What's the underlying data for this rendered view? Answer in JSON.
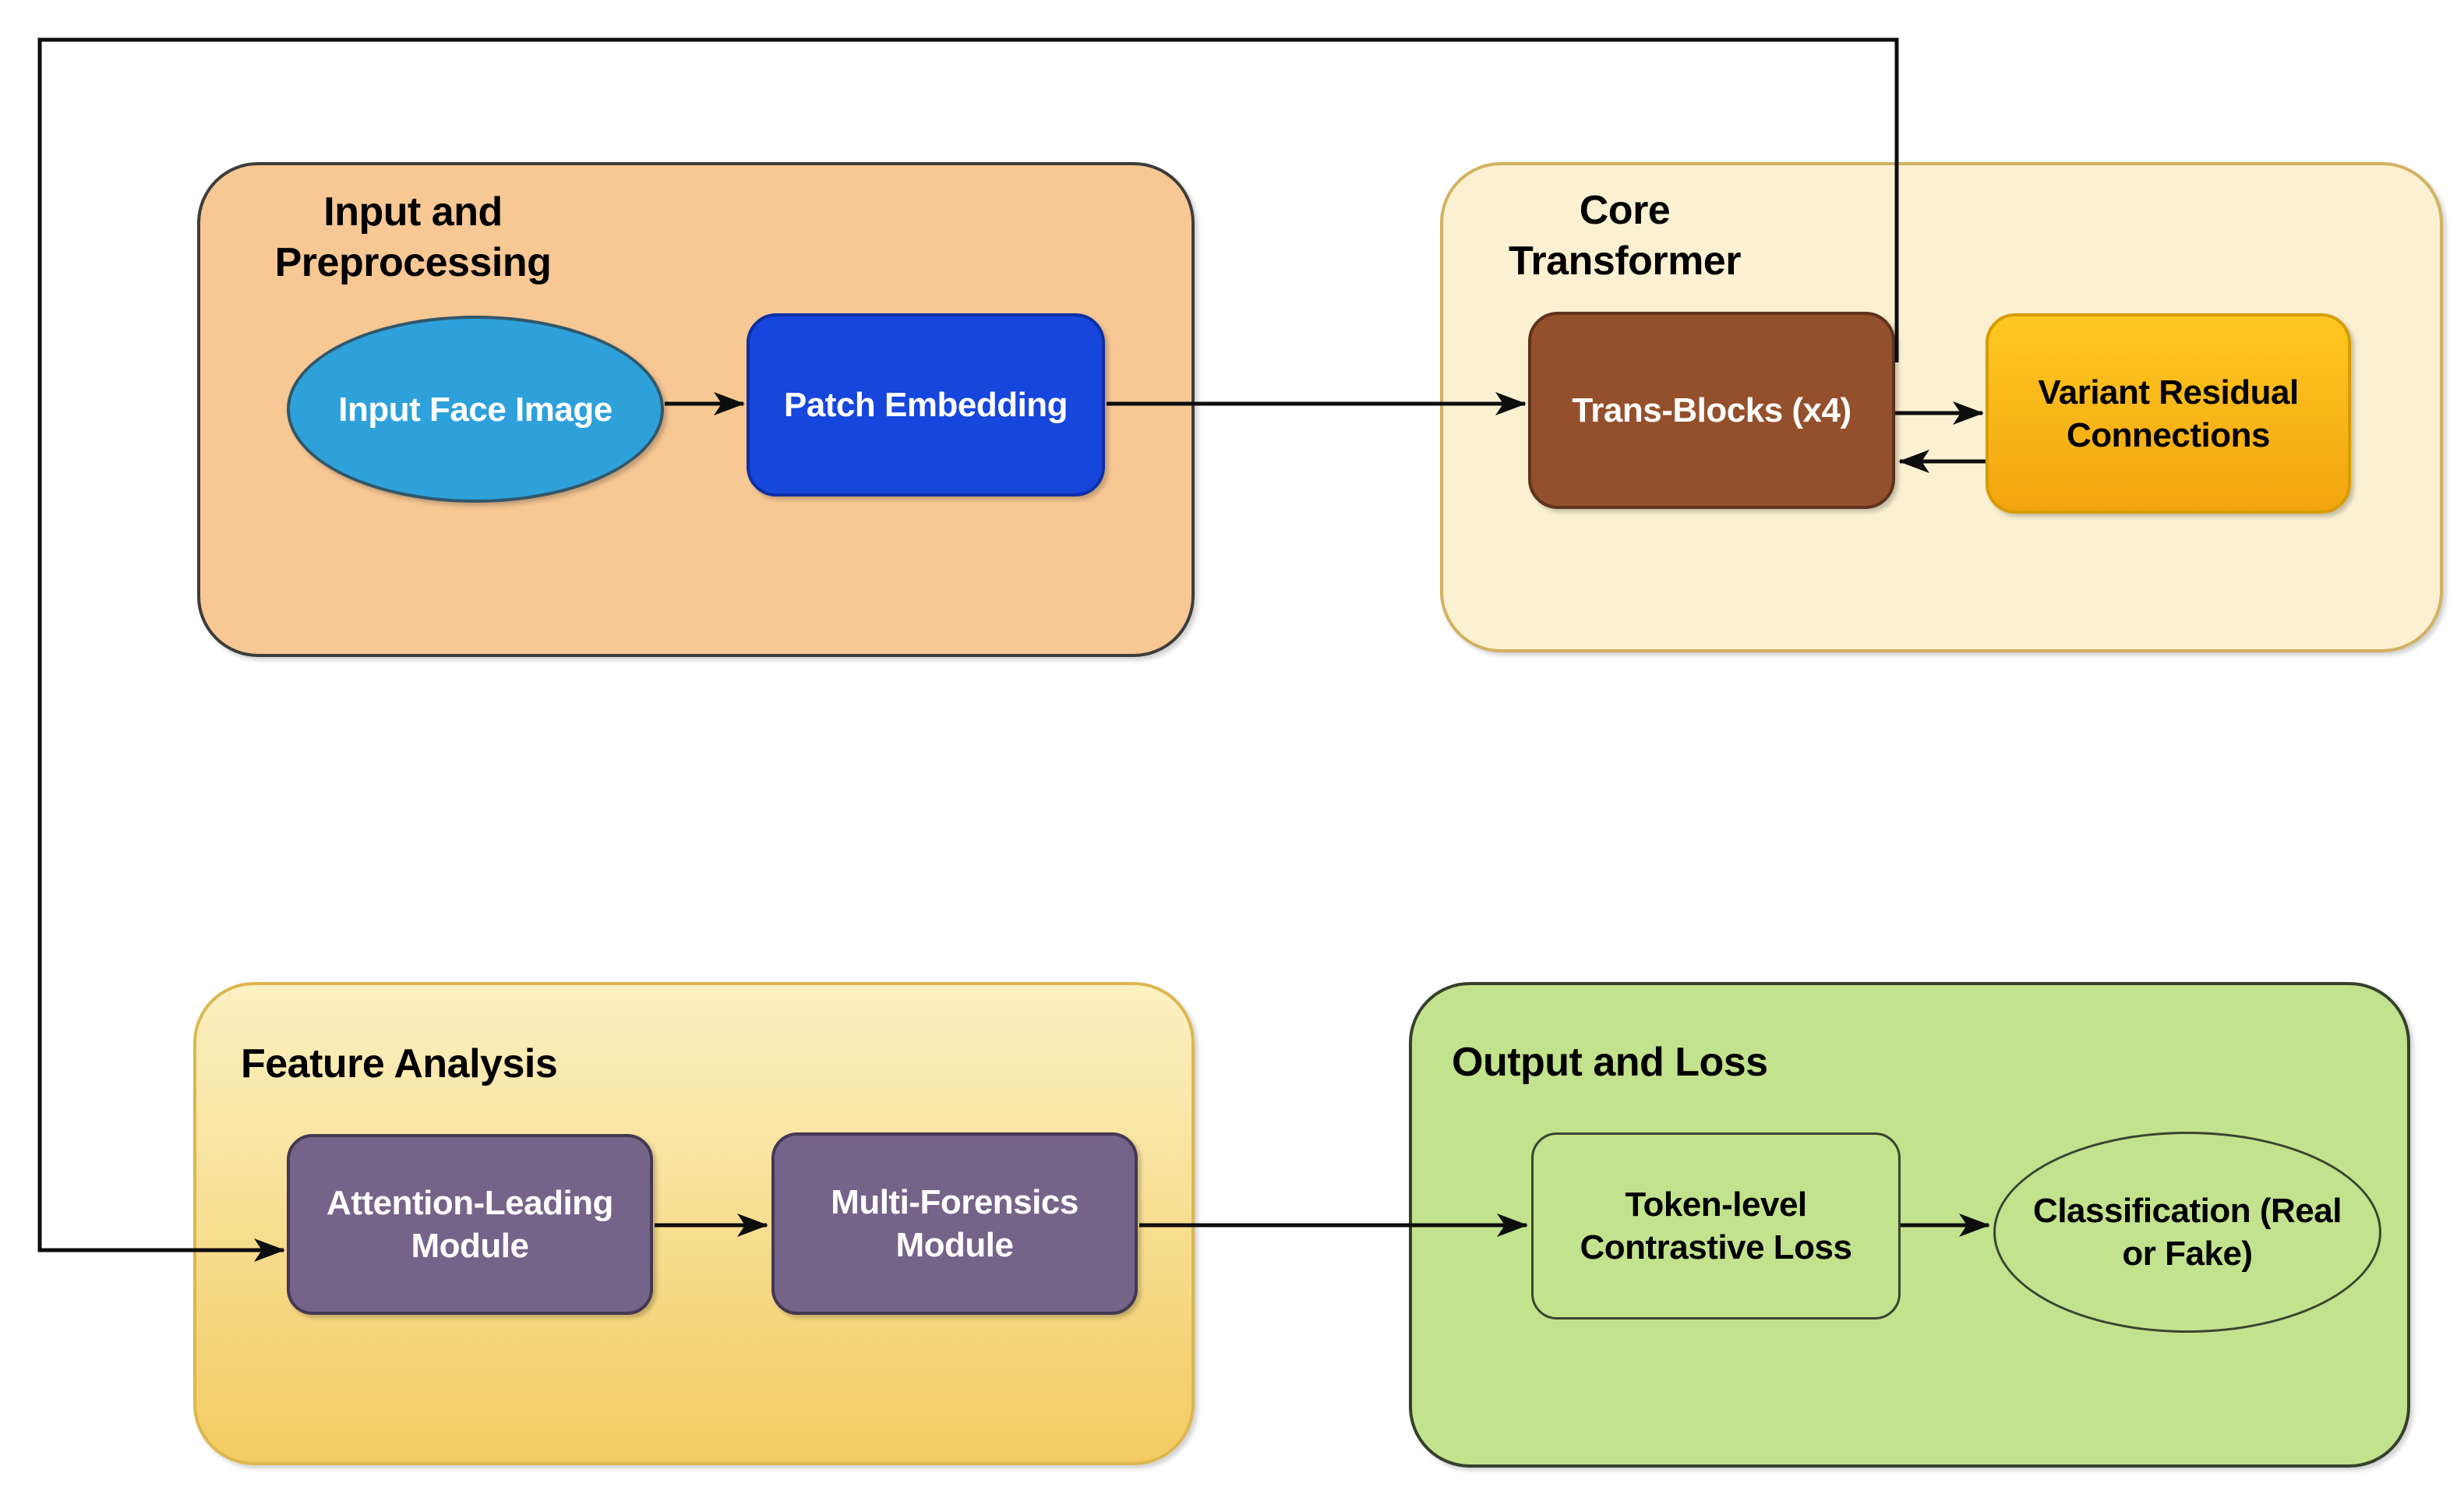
{
  "groups": {
    "input_preprocessing": {
      "title_line1": "Input and",
      "title_line2": "Preprocessing"
    },
    "core_transformer": {
      "title_line1": "Core",
      "title_line2": "Transformer"
    },
    "feature_analysis": {
      "title": "Feature Analysis"
    },
    "output_loss": {
      "title": "Output and Loss"
    }
  },
  "nodes": {
    "input_face_image": {
      "label": "Input Face Image",
      "shape": "ellipse"
    },
    "patch_embedding": {
      "label": "Patch Embedding",
      "shape": "rounded-rectangle"
    },
    "trans_blocks": {
      "label": "Trans-Blocks (x4)",
      "shape": "rounded-rectangle"
    },
    "variant_residual": {
      "label_line1": "Variant Residual",
      "label_line2": "Connections",
      "shape": "rounded-rectangle"
    },
    "attention_leading": {
      "label_line1": "Attention-Leading",
      "label_line2": "Module",
      "shape": "rounded-rectangle"
    },
    "multi_forensics": {
      "label_line1": "Multi-Forensics",
      "label_line2": "Module",
      "shape": "rounded-rectangle"
    },
    "token_contrastive": {
      "label_line1": "Token-level",
      "label_line2": "Contrastive Loss",
      "shape": "rounded-rectangle"
    },
    "classification": {
      "label_line1": "Classification (Real",
      "label_line2": "or Fake)",
      "shape": "ellipse"
    }
  },
  "edges": [
    {
      "from": "input_face_image",
      "to": "patch_embedding",
      "style": "arrow"
    },
    {
      "from": "patch_embedding",
      "to": "trans_blocks",
      "style": "arrow"
    },
    {
      "from": "trans_blocks",
      "to": "variant_residual",
      "style": "arrow"
    },
    {
      "from": "variant_residual",
      "to": "trans_blocks",
      "style": "arrow"
    },
    {
      "from": "trans_blocks",
      "to": "attention_leading",
      "style": "arrow-feedback-around-canvas"
    },
    {
      "from": "attention_leading",
      "to": "multi_forensics",
      "style": "arrow"
    },
    {
      "from": "multi_forensics",
      "to": "token_contrastive",
      "style": "arrow"
    },
    {
      "from": "token_contrastive",
      "to": "classification",
      "style": "arrow"
    }
  ],
  "colors": {
    "line": "#0d0d0d",
    "text_dark": "#000000",
    "text_light": "#ffffff",
    "input_group_fill": "#F7C794",
    "input_group_border": "#3D3D3D",
    "core_group_fill": "#FBF1D2",
    "core_group_border": "#D3B161",
    "feature_group_fill_top": "#FCF1C2",
    "feature_group_fill_bottom": "#F3CB61",
    "feature_group_border": "#DCB74F",
    "output_group_fill": "#C2E28D",
    "output_group_border": "#37402D",
    "input_face_fill": "#2EA1DA",
    "input_face_border": "#31576A",
    "patch_fill": "#1746DC",
    "patch_border": "#0C2FA5",
    "trans_fill": "#94502C",
    "trans_border": "#5E331C",
    "variant_fill_top": "#FFC822",
    "variant_fill_bottom": "#F2A50F",
    "variant_border": "#D89C00",
    "module_fill": "#766389",
    "module_border": "#443853",
    "loss_fill": "#C2E28D",
    "loss_border": "#3A4430"
  }
}
